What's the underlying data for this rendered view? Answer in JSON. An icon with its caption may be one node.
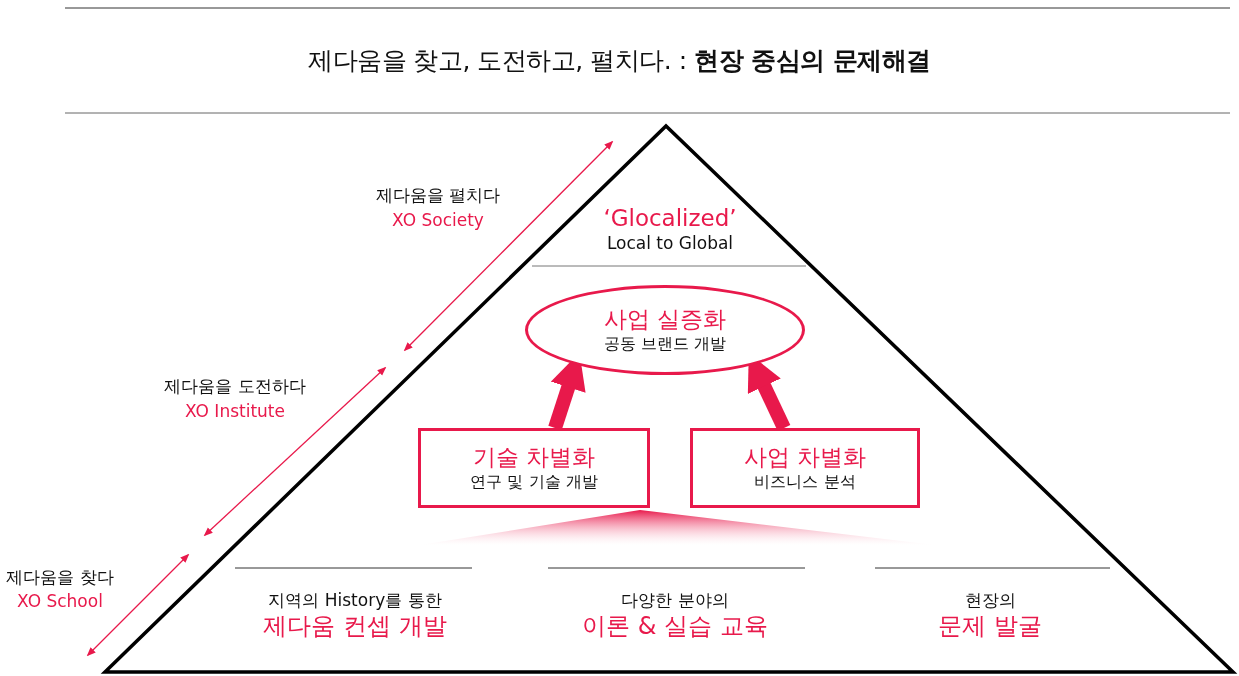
{
  "diagram": {
    "title": "제다움을 찾고, 도전하고, 펼치다. : **현장 중심의 문제해결**",
    "nodes": [
      {
        "text": [
          "‘Glocalized’",
          "Local to Global"
        ]
      },
      {
        "text": [
          "사업 실증화",
          "공동 브랜드 개발"
        ]
      },
      {
        "text": [
          "기술 차별화",
          "연구 및 기술 개발"
        ]
      },
      {
        "text": [
          "사업 차별화",
          "비즈니스 분석"
        ]
      },
      {
        "text": [
          "지역의 History를 통한",
          "제다움 컨셉 개발"
        ]
      },
      {
        "text": [
          "다양한 분야의",
          "이론 & 실습 교육"
        ]
      },
      {
        "text": [
          "현장의",
          "문제 발굴"
        ]
      }
    ],
    "edges": [
      {
        "from": 2,
        "to": 1,
        "arrow": "to"
      },
      {
        "from": 3,
        "to": 1,
        "arrow": "to"
      }
    ],
    "labels": [
      "제다움을 펼치다",
      "XO Society",
      "제다움을 도전하다",
      "XO Institute",
      "제다움을 찾다",
      "XO School"
    ]
  }
}
